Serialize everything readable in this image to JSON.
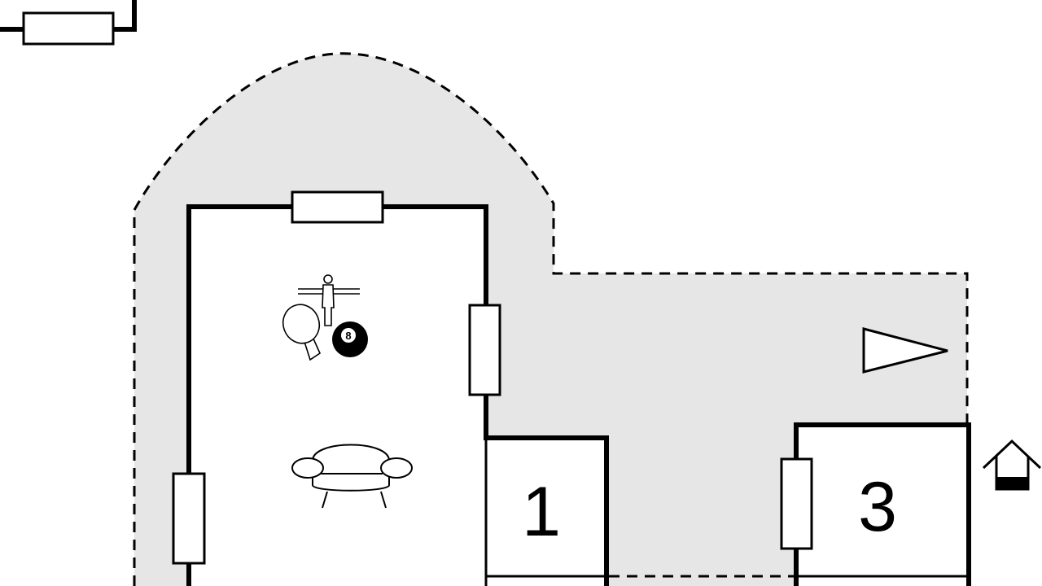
{
  "rooms": [
    {
      "id": "room-1",
      "label": "1"
    },
    {
      "id": "room-3",
      "label": "3"
    }
  ],
  "icons": {
    "pool_ball_number": "8",
    "list": [
      "table-football-icon",
      "table-tennis-icon",
      "billiard-ball-icon",
      "sofa-icon",
      "house-icon",
      "north-arrow-icon"
    ]
  },
  "colors": {
    "outdoor_area": "#e6e6e6",
    "wall": "#000000",
    "floor": "#ffffff"
  }
}
